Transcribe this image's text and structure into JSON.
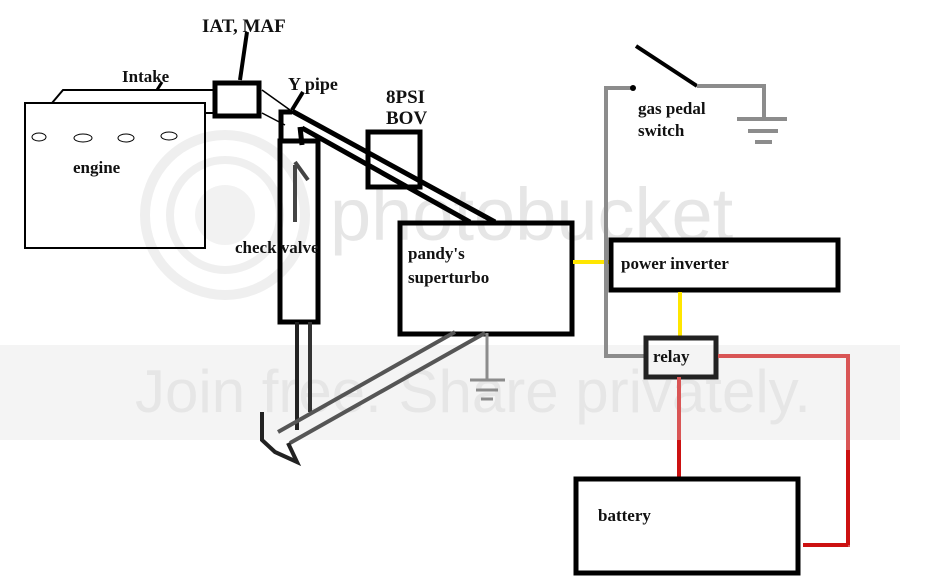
{
  "diagram": {
    "labels": {
      "iat_maf": "IAT, MAF",
      "intake": "Intake",
      "y_pipe": "Y pipe",
      "bov_line1": "8PSI",
      "bov_line2": "BOV",
      "engine": "engine",
      "check_valve": "check valve",
      "turbo_line1": "pandy's",
      "turbo_line2": "superturbo",
      "gas_pedal_line1": "gas pedal",
      "gas_pedal_line2": "switch",
      "power_inverter": "power inverter",
      "relay": "relay",
      "battery": "battery"
    },
    "watermark": {
      "line1": "photobucket",
      "line2": "Join free. Share privately."
    },
    "wire_colors": {
      "black": "#000000",
      "gray": "#8c8c8c",
      "yellow": "#ffe600",
      "red_light": "#d95555",
      "red_dark": "#cc1111",
      "dark_gray": "#555555"
    }
  }
}
